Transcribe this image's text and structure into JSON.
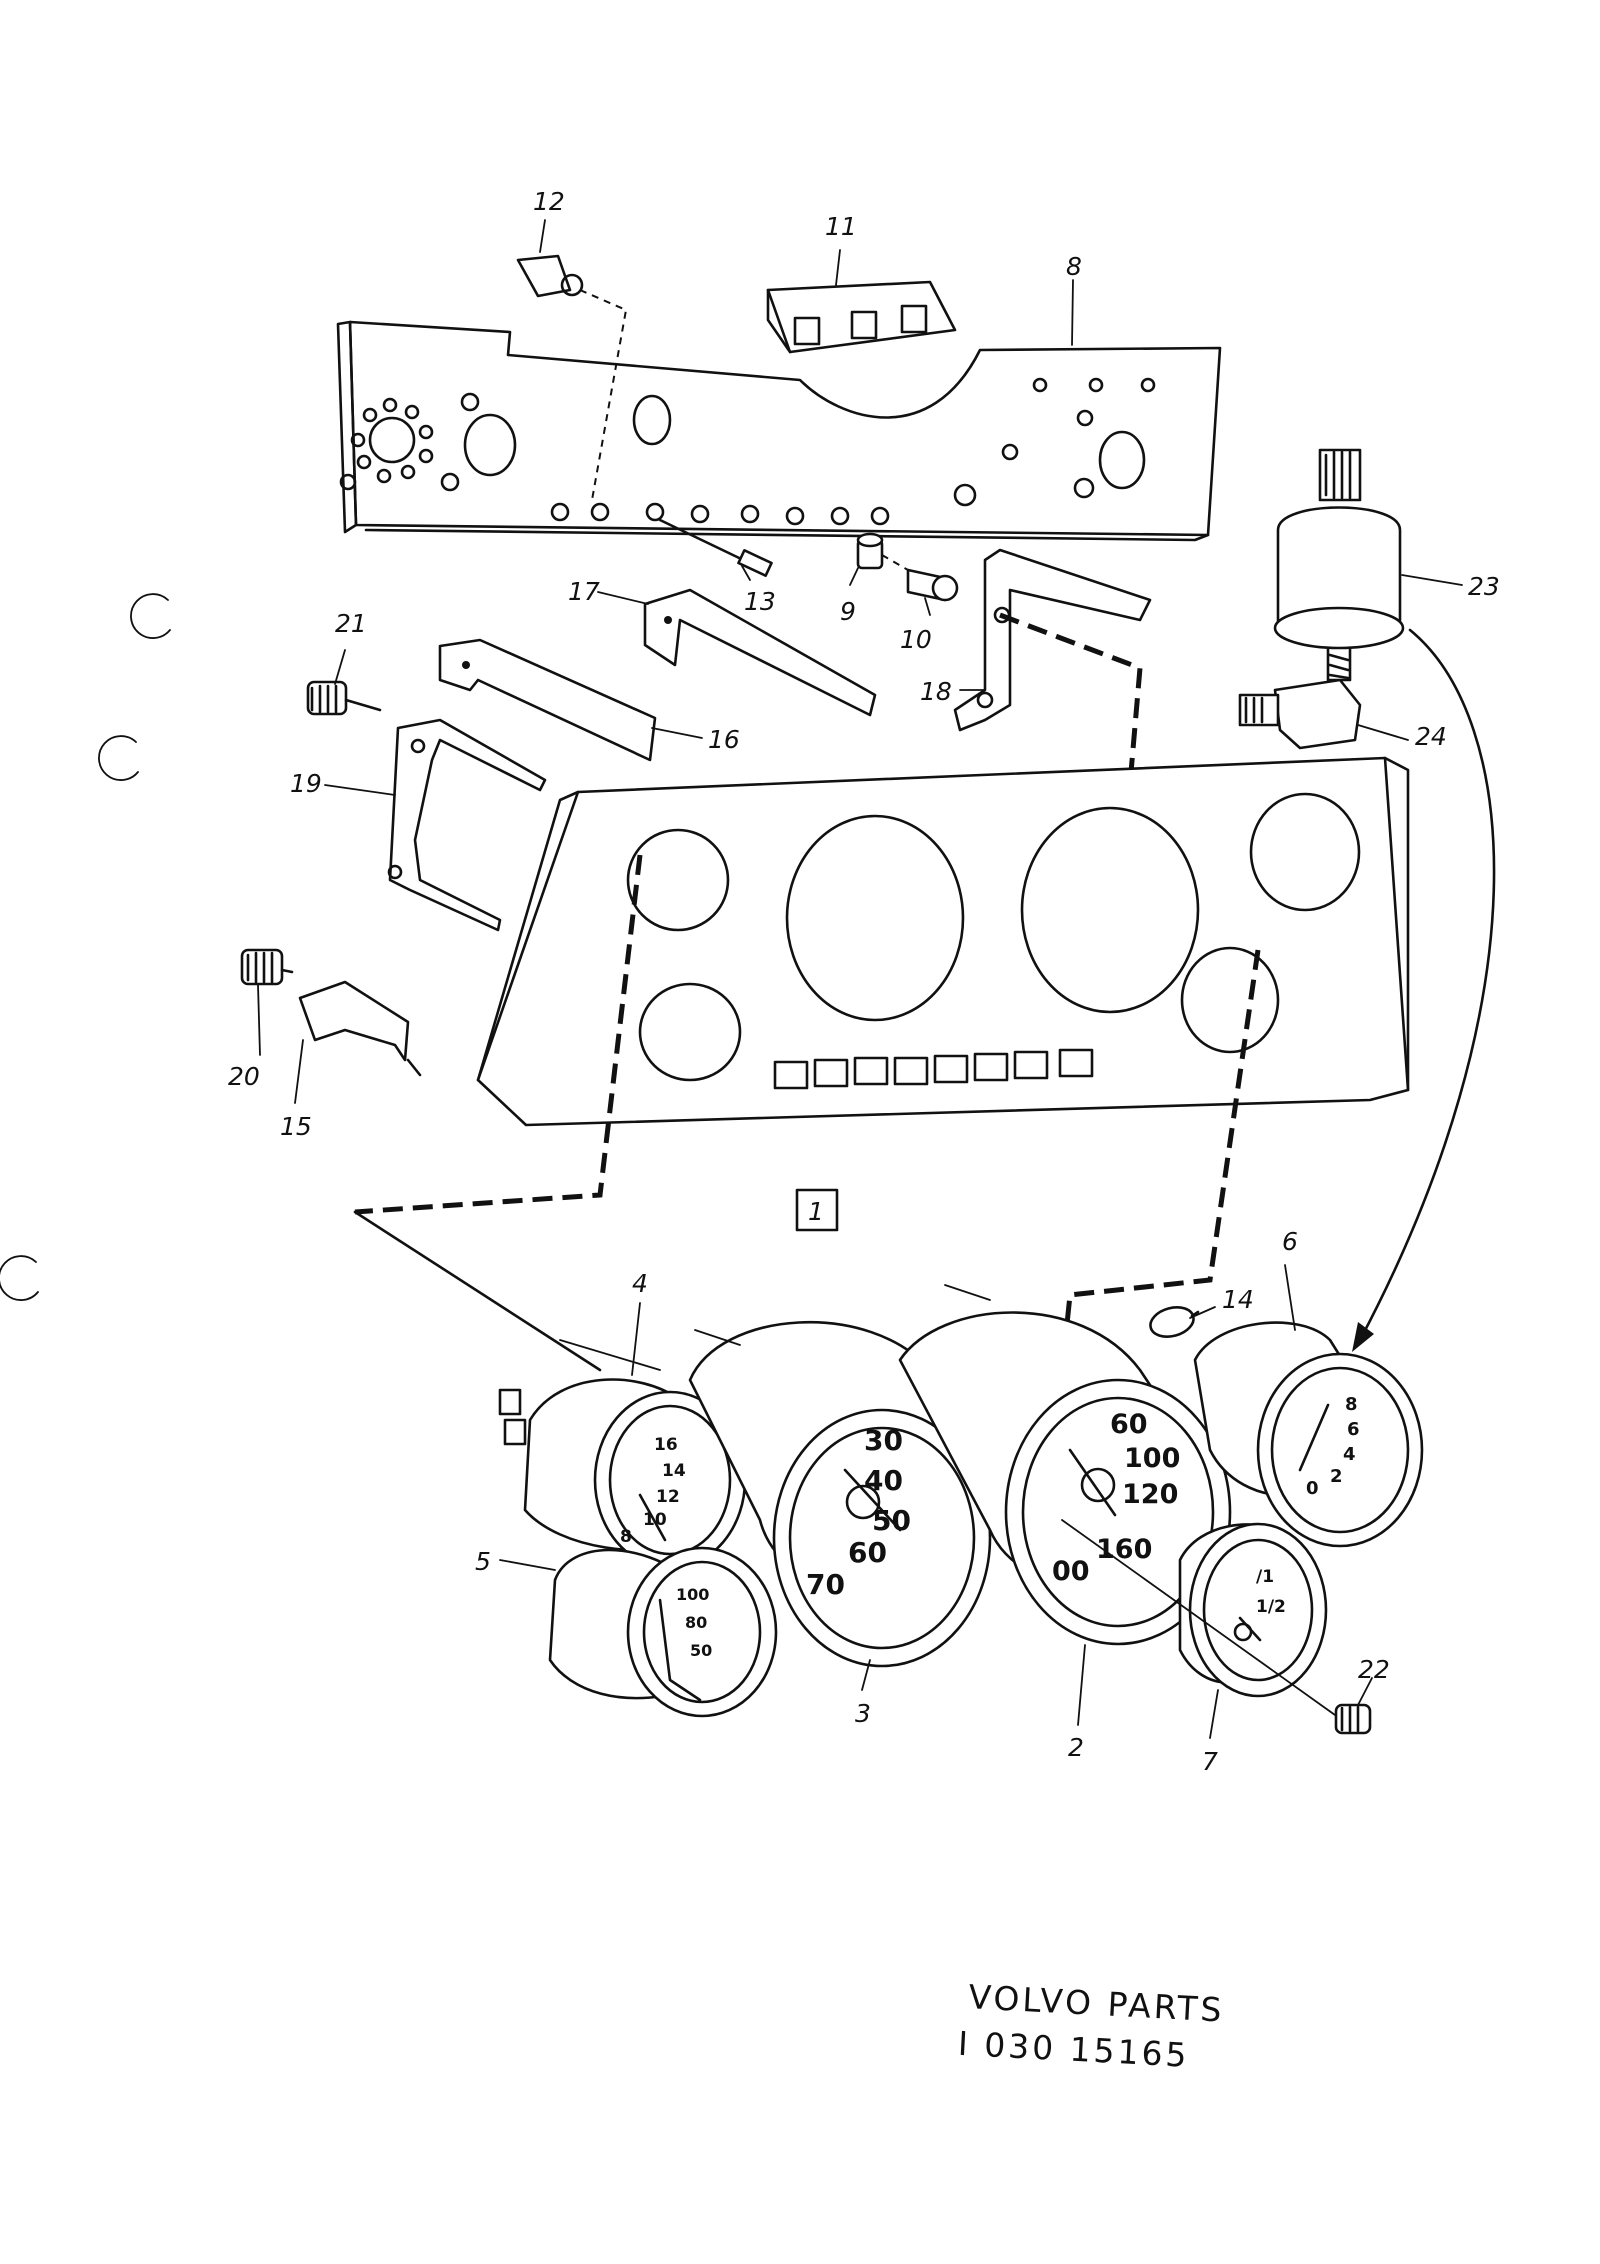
{
  "diagram": {
    "part_labels": [
      {
        "key": "p12",
        "text": "12"
      },
      {
        "key": "p11",
        "text": "11"
      },
      {
        "key": "p8",
        "text": "8"
      },
      {
        "key": "p23",
        "text": "23"
      },
      {
        "key": "p13",
        "text": "13"
      },
      {
        "key": "p9",
        "text": "9"
      },
      {
        "key": "p10",
        "text": "10"
      },
      {
        "key": "p17",
        "text": "17"
      },
      {
        "key": "p21",
        "text": "21"
      },
      {
        "key": "p16",
        "text": "16"
      },
      {
        "key": "p18",
        "text": "18"
      },
      {
        "key": "p24",
        "text": "24"
      },
      {
        "key": "p19",
        "text": "19"
      },
      {
        "key": "p20",
        "text": "20"
      },
      {
        "key": "p15",
        "text": "15"
      },
      {
        "key": "p1",
        "text": "1"
      },
      {
        "key": "p6",
        "text": "6"
      },
      {
        "key": "p4",
        "text": "4"
      },
      {
        "key": "p14",
        "text": "14"
      },
      {
        "key": "p5",
        "text": "5"
      },
      {
        "key": "p3",
        "text": "3"
      },
      {
        "key": "p2",
        "text": "2"
      },
      {
        "key": "p7",
        "text": "7"
      },
      {
        "key": "p22",
        "text": "22"
      }
    ],
    "gauge_4_scale": [
      "16",
      "14",
      "12",
      "10",
      "8"
    ],
    "gauge_5_scale": [
      "100",
      "80",
      "50"
    ],
    "gauge_3_scale": [
      "30",
      "40",
      "50",
      "60",
      "70"
    ],
    "gauge_2_scale": [
      "60",
      "100",
      "120",
      "160",
      "00"
    ],
    "gauge_6_scale": [
      "8",
      "6",
      "4",
      "2",
      "0"
    ],
    "gauge_7_scale": [
      "/1",
      "1/2"
    ]
  },
  "footer": {
    "line1": "VOLVO PARTS",
    "line2": "I 030 15165"
  }
}
